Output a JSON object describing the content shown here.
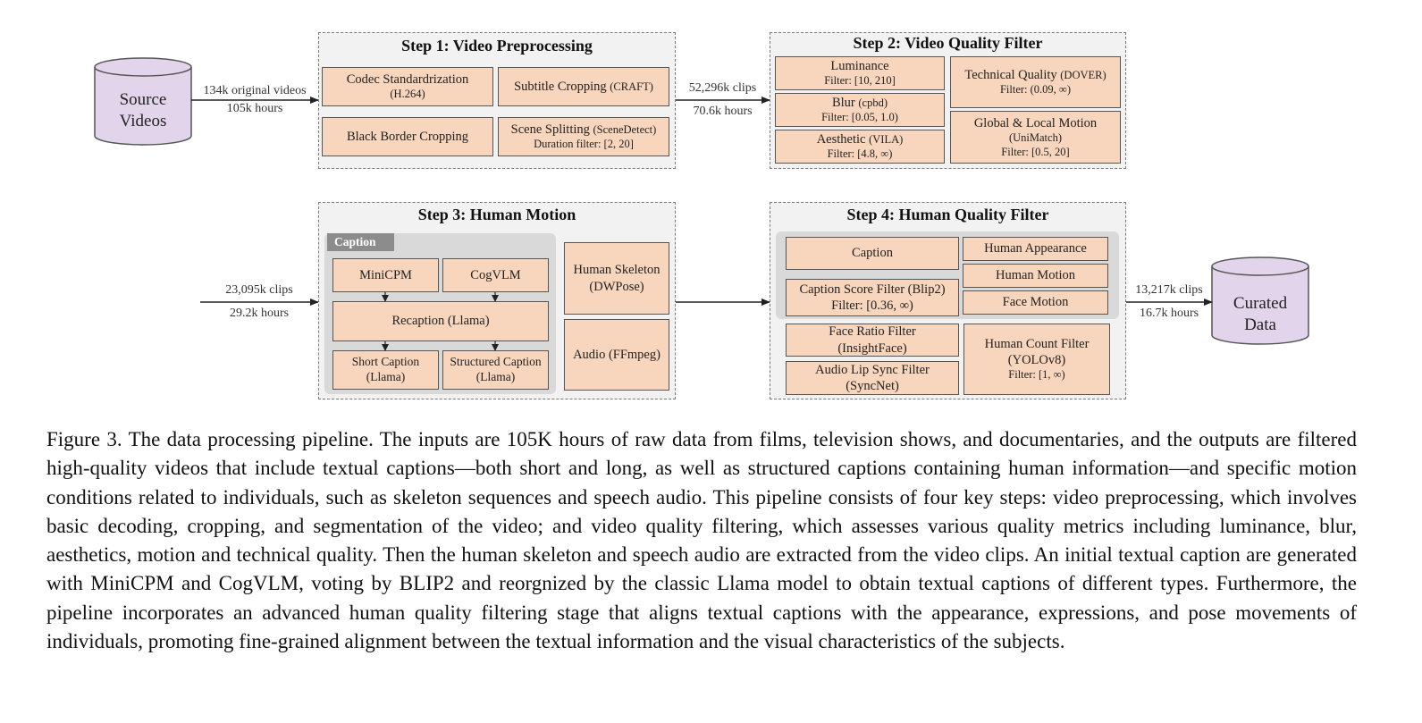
{
  "source": {
    "line1": "Source",
    "line2": "Videos"
  },
  "curated": {
    "line1": "Curated",
    "line2": "Data"
  },
  "flows": {
    "f1_a": "134k original videos",
    "f1_b": "105k hours",
    "f2_a": "52,296k clips",
    "f2_b": "70.6k hours",
    "f3_a": "23,095k clips",
    "f3_b": "29.2k hours",
    "f4_a": "13,217k clips",
    "f4_b": "16.7k hours"
  },
  "step1": {
    "title": "Step 1: Video Preprocessing",
    "codec": {
      "main": "Codec Standardrization",
      "sub": "(H.264)"
    },
    "subtitle": {
      "main": "Subtitle Cropping",
      "inl": "(CRAFT)"
    },
    "black": {
      "main": "Black Border Cropping"
    },
    "scene": {
      "main": "Scene Splitting",
      "inl": "(SceneDetect)",
      "sub": "Duration filter: [2, 20]"
    }
  },
  "step2": {
    "title": "Step 2: Video Quality Filter",
    "luminance": {
      "main": "Luminance",
      "sub": "Filter: [10, 210]"
    },
    "blur": {
      "main": "Blur",
      "inl": "(cpbd)",
      "sub": "Filter: [0.05, 1.0)"
    },
    "aesthetic": {
      "main": "Aesthetic",
      "inl": "(VILA)",
      "sub": "Filter: [4.8, ∞)"
    },
    "technical": {
      "main": "Technical Quality",
      "inl": "(DOVER)",
      "sub": "Filter: (0.09, ∞)"
    },
    "motion": {
      "main": "Global & Local Motion",
      "inl": "(UniMatch)",
      "sub": "Filter: [0.5, 20]"
    }
  },
  "step3": {
    "title": "Step 3: Human Motion",
    "caption_tag": "Caption",
    "minicpm": "MiniCPM",
    "cogvlm": "CogVLM",
    "recaption": "Recaption (Llama)",
    "short": {
      "main": "Short Caption",
      "sub": "(Llama)"
    },
    "structured": {
      "main": "Structured Caption",
      "sub": "(Llama)"
    },
    "skeleton": {
      "main": "Human Skeleton",
      "sub": "(DWPose)"
    },
    "audio": "Audio (FFmpeg)"
  },
  "step4": {
    "title": "Step 4: Human Quality Filter",
    "caption": "Caption",
    "score": {
      "main": "Caption Score Filter (Blip2)",
      "sub": "Filter: [0.36, ∞)"
    },
    "appearance": "Human Appearance",
    "motion": "Human Motion",
    "face_motion": "Face Motion",
    "face_ratio": {
      "main": "Face Ratio Filter",
      "sub": "(InsightFace)"
    },
    "lip_sync": {
      "main": "Audio Lip Sync Filter",
      "sub": "(SyncNet)"
    },
    "count": {
      "main": "Human Count Filter",
      "sub": "(YOLOv8)",
      "sub2": "Filter: [1, ∞)"
    }
  },
  "figure_caption": {
    "label": "Figure 3.",
    "text": "The data processing pipeline. The inputs are 105K hours of raw data from films, television shows, and documentaries, and the outputs are filtered high-quality videos that include textual captions—both short and long, as well as structured captions containing human information—and specific motion conditions related to individuals, such as skeleton sequences and speech audio. This pipeline consists of four key steps: video preprocessing, which involves basic decoding, cropping, and segmentation of the video; and video quality filtering, which assesses various quality metrics including luminance, blur, aesthetics, motion and technical quality. Then the human skeleton and speech audio are extracted from the video clips. An initial textual caption are generated with MiniCPM and CogVLM, voting by BLIP2 and reorgnized by the classic Llama model to obtain textual captions of different types. Furthermore, the pipeline incorporates an advanced human quality filtering stage that aligns textual captions with the appearance, expressions, and pose movements of individuals, promoting fine-grained alignment between the textual information and the visual characteristics of the subjects."
  }
}
